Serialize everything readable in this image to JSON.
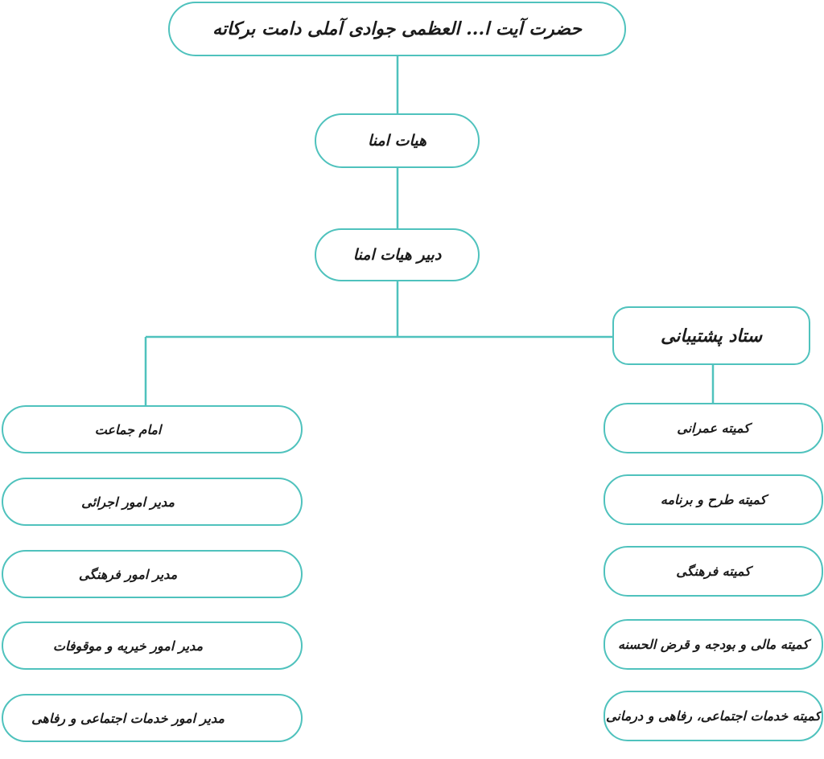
{
  "chart": {
    "root": "حضرت آیت ا... العظمی جوادی آملی دامت برکاته",
    "board": "هیات امنا",
    "secretary": "دبیر هیات امنا",
    "support_staff": "ستاد پشتیبانی",
    "managers": [
      "امام جماعت",
      "مدیر امور اجرائی",
      "مدیر امور فرهنگی",
      "مدیر امور خیریه و موقوفات",
      "مدیر امور خدمات اجتماعی و رفاهی"
    ],
    "committees": [
      "کمیته عمرانی",
      "کمیته طرح و برنامه",
      "کمیته فرهنگی",
      "کمیته مالی و بودجه و قرض الحسنه",
      "کمیته خدمات اجتماعی، رفاهی و درمانی"
    ]
  },
  "colors": {
    "border": "#4fc2bd",
    "text": "#1b1b1b",
    "background": "#ffffff"
  }
}
